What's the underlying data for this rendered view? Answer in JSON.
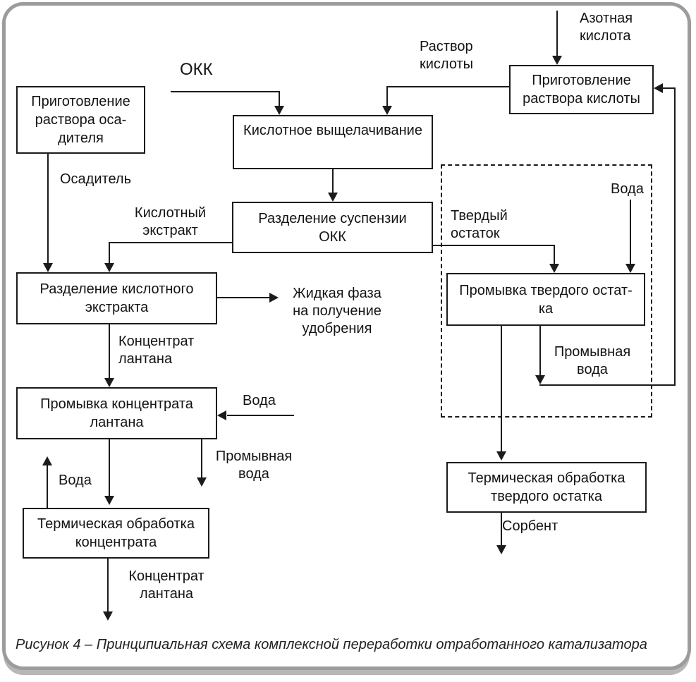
{
  "figure": {
    "type": "flowchart",
    "caption": "Рисунок 4 – Принципиальная схема комплексной переработки отработанного катализатора"
  },
  "nodes": {
    "prep_precipitant": "Приготовление\nраствора оса-\nдителя",
    "prep_acid": "Приготовление\nраствора кислоты",
    "acid_leaching": "Кислотное выщелачивание",
    "separation_suspension": "Разделение суспензии\nОКК",
    "separation_extract": "Разделение кислотного\nэкстракта",
    "washing_concentrate": "Промывка концентрата\nлантана",
    "thermal_concentrate": "Термическая обработка\nконцентрата",
    "washing_solid": "Промывка твердого остат-\nка",
    "thermal_solid": "Термическая обработка\nтвердого остатка"
  },
  "labels": {
    "okk": "ОКК",
    "nitric_acid": "Азотная\nкислота",
    "acid_solution": "Раствор\nкислоты",
    "water_dashed": "Вода",
    "solid_residue": "Твердый\nостаток",
    "acid_extract": "Кислотный\nэкстракт",
    "precipitant": "Осадитель",
    "liquid_phase": "Жидкая фаза\nна получение\nудобрения",
    "lanthanum_concentrate_in": "Концентрат\nлантана",
    "water_wash": "Вода",
    "wash_water_left": "Промывная\nвода",
    "water_recycle": "Вода",
    "lanthanum_concentrate_out": "Концентрат\nлантана",
    "wash_water_right": "Промывная\nвода",
    "sorbent": "Сорбент"
  },
  "colors": {
    "line": "#1b1b1b",
    "card_border": "#9c9c9c",
    "background": "#ffffff"
  }
}
